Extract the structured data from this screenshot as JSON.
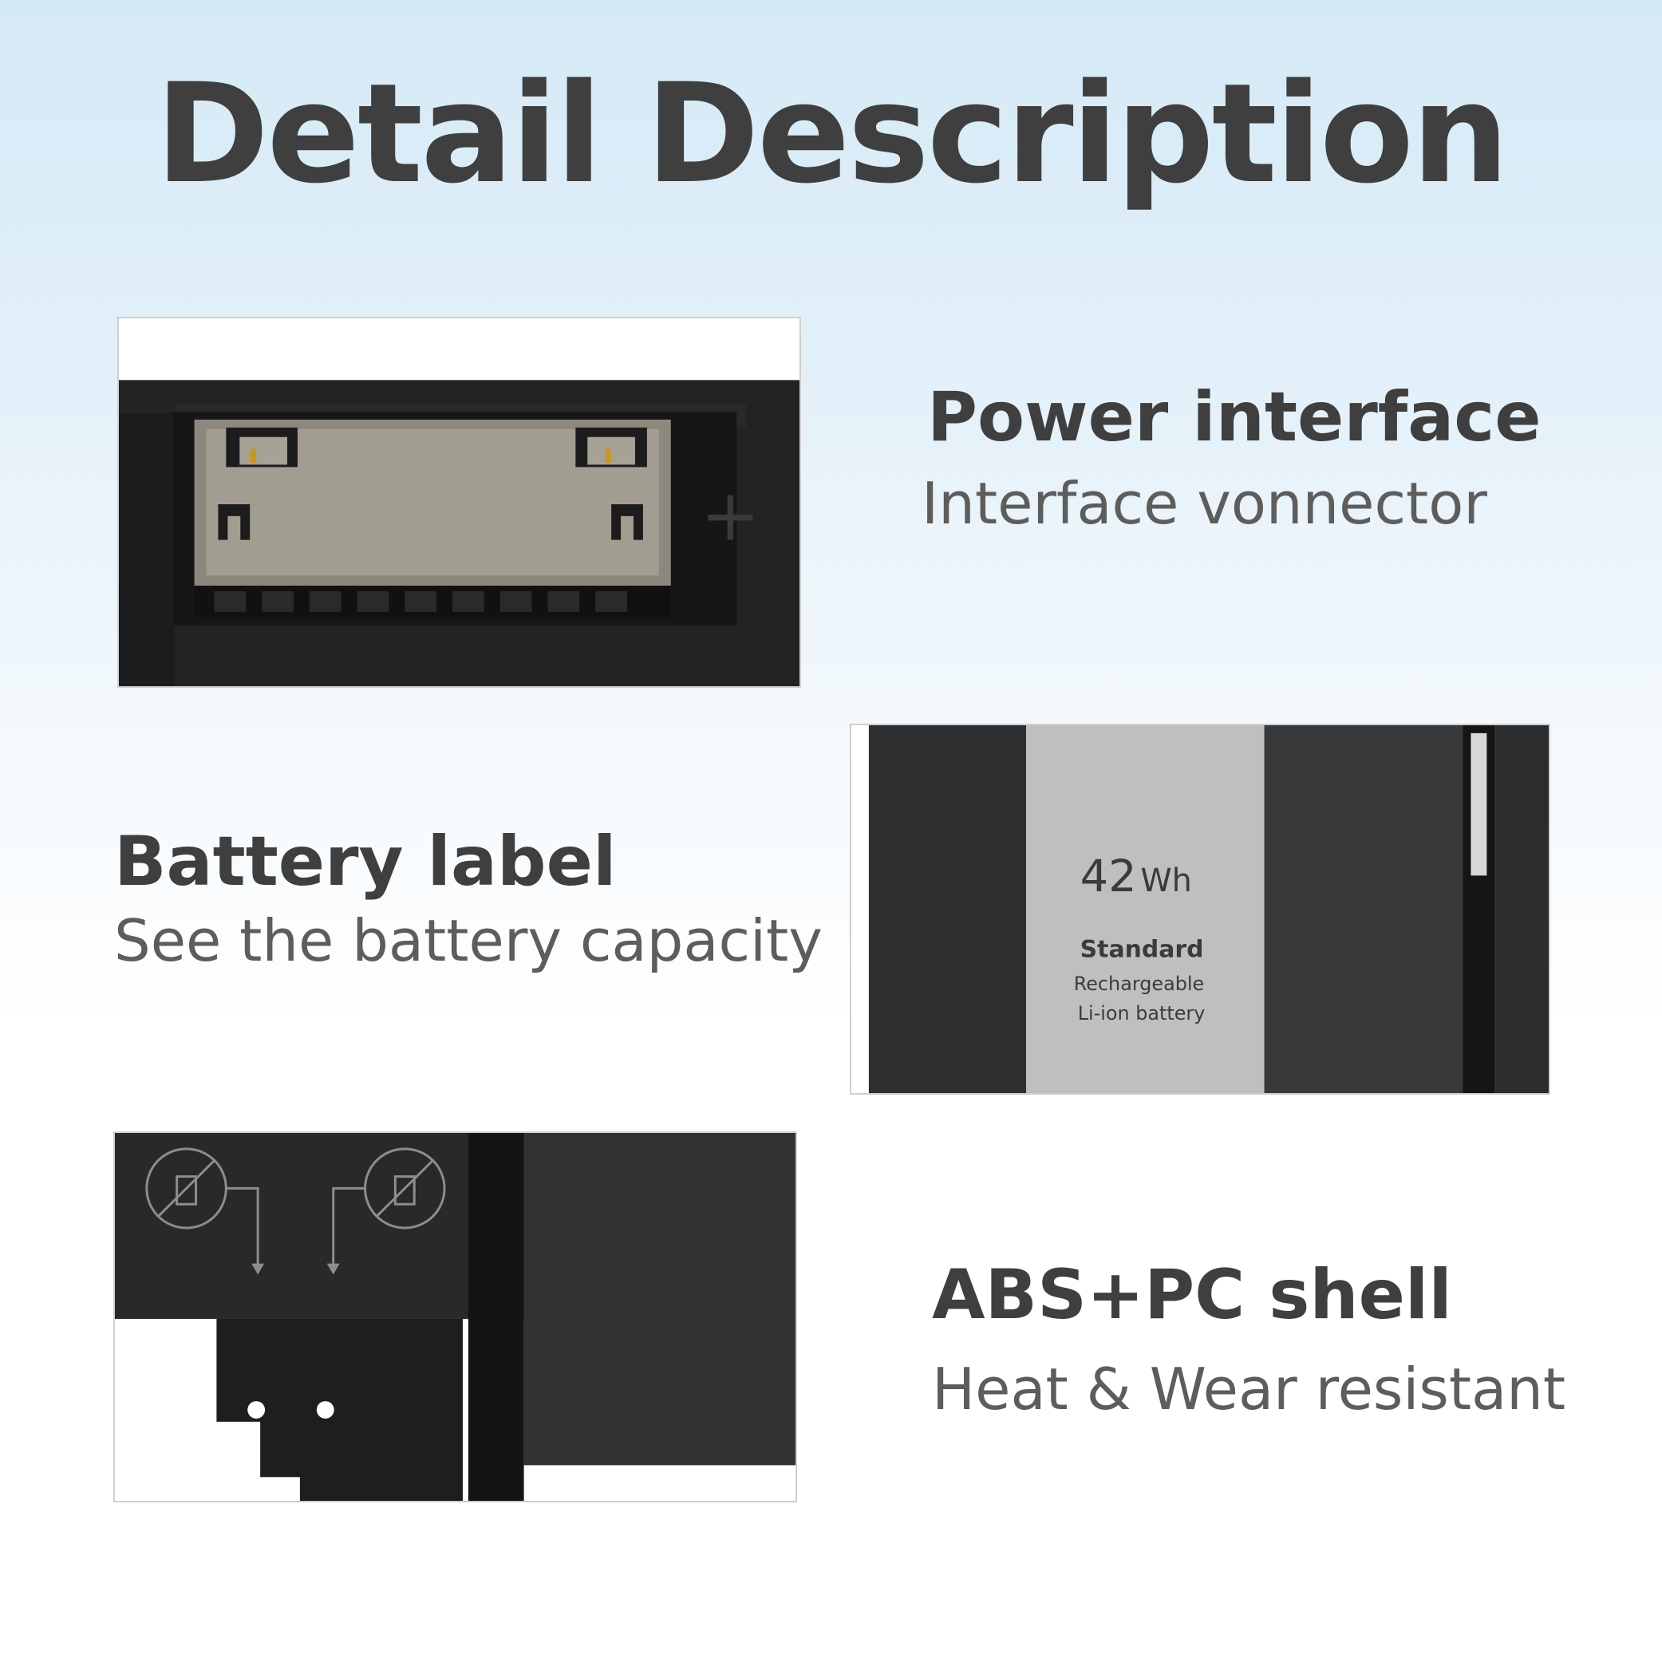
{
  "header": {
    "title": "Detail Description"
  },
  "features": [
    {
      "title": "Power interface",
      "subtitle": "Interface vonnector"
    },
    {
      "title": "Battery label",
      "subtitle": "See the battery capacity"
    },
    {
      "title": "ABS+PC shell",
      "subtitle": "Heat & Wear resistant"
    }
  ],
  "battery_label": {
    "capacity_number": "42",
    "capacity_unit": "Wh",
    "type": "Standard",
    "line1": "Rechargeable",
    "line2": "Li-ion battery"
  },
  "connector": {
    "polarity_symbol": "+"
  },
  "colors": {
    "title": "#3f3f3f",
    "subtitle": "#5d5d5d",
    "shell": "#1e1f21",
    "label": "#bdbdbd"
  }
}
